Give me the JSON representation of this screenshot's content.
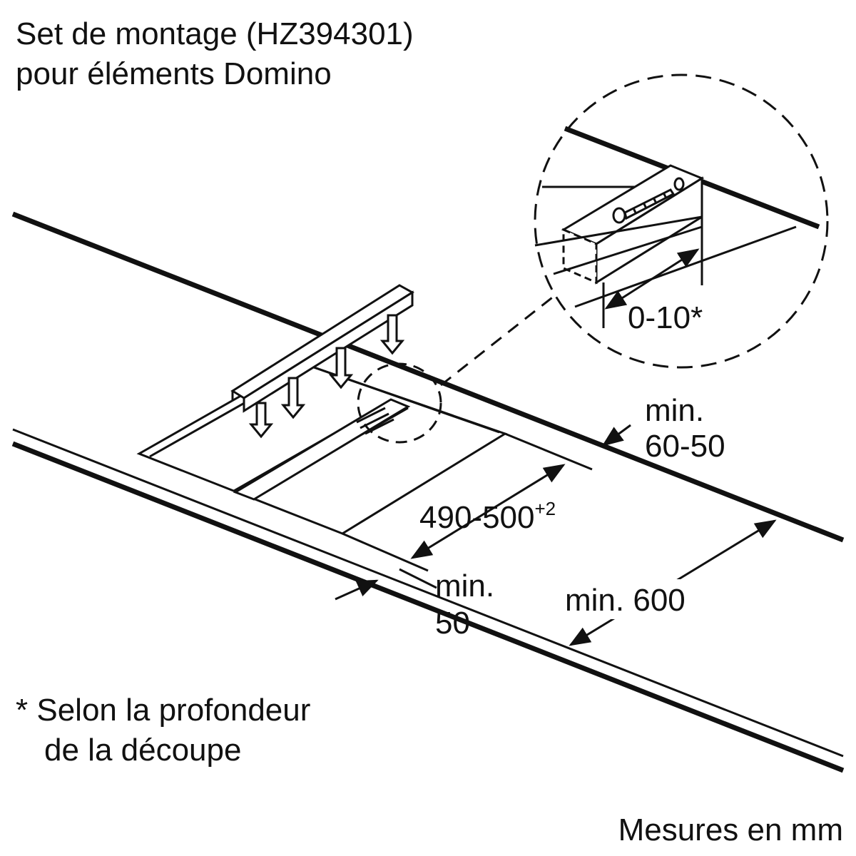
{
  "title": {
    "line1": "Set de montage (HZ394301)",
    "line2": "pour éléments Domino"
  },
  "dimensions": {
    "rail_gap": "0-10*",
    "back_min_label": "min.",
    "back_min_value": "60-50",
    "cutout_depth": "490-500",
    "cutout_tolerance": "+2",
    "front_min_label": "min.",
    "front_min_value": "50",
    "worktop_depth": "min. 600"
  },
  "footnote": {
    "line1": "* Selon la profondeur",
    "line2": "de la découpe"
  },
  "units": "Mesures en mm"
}
